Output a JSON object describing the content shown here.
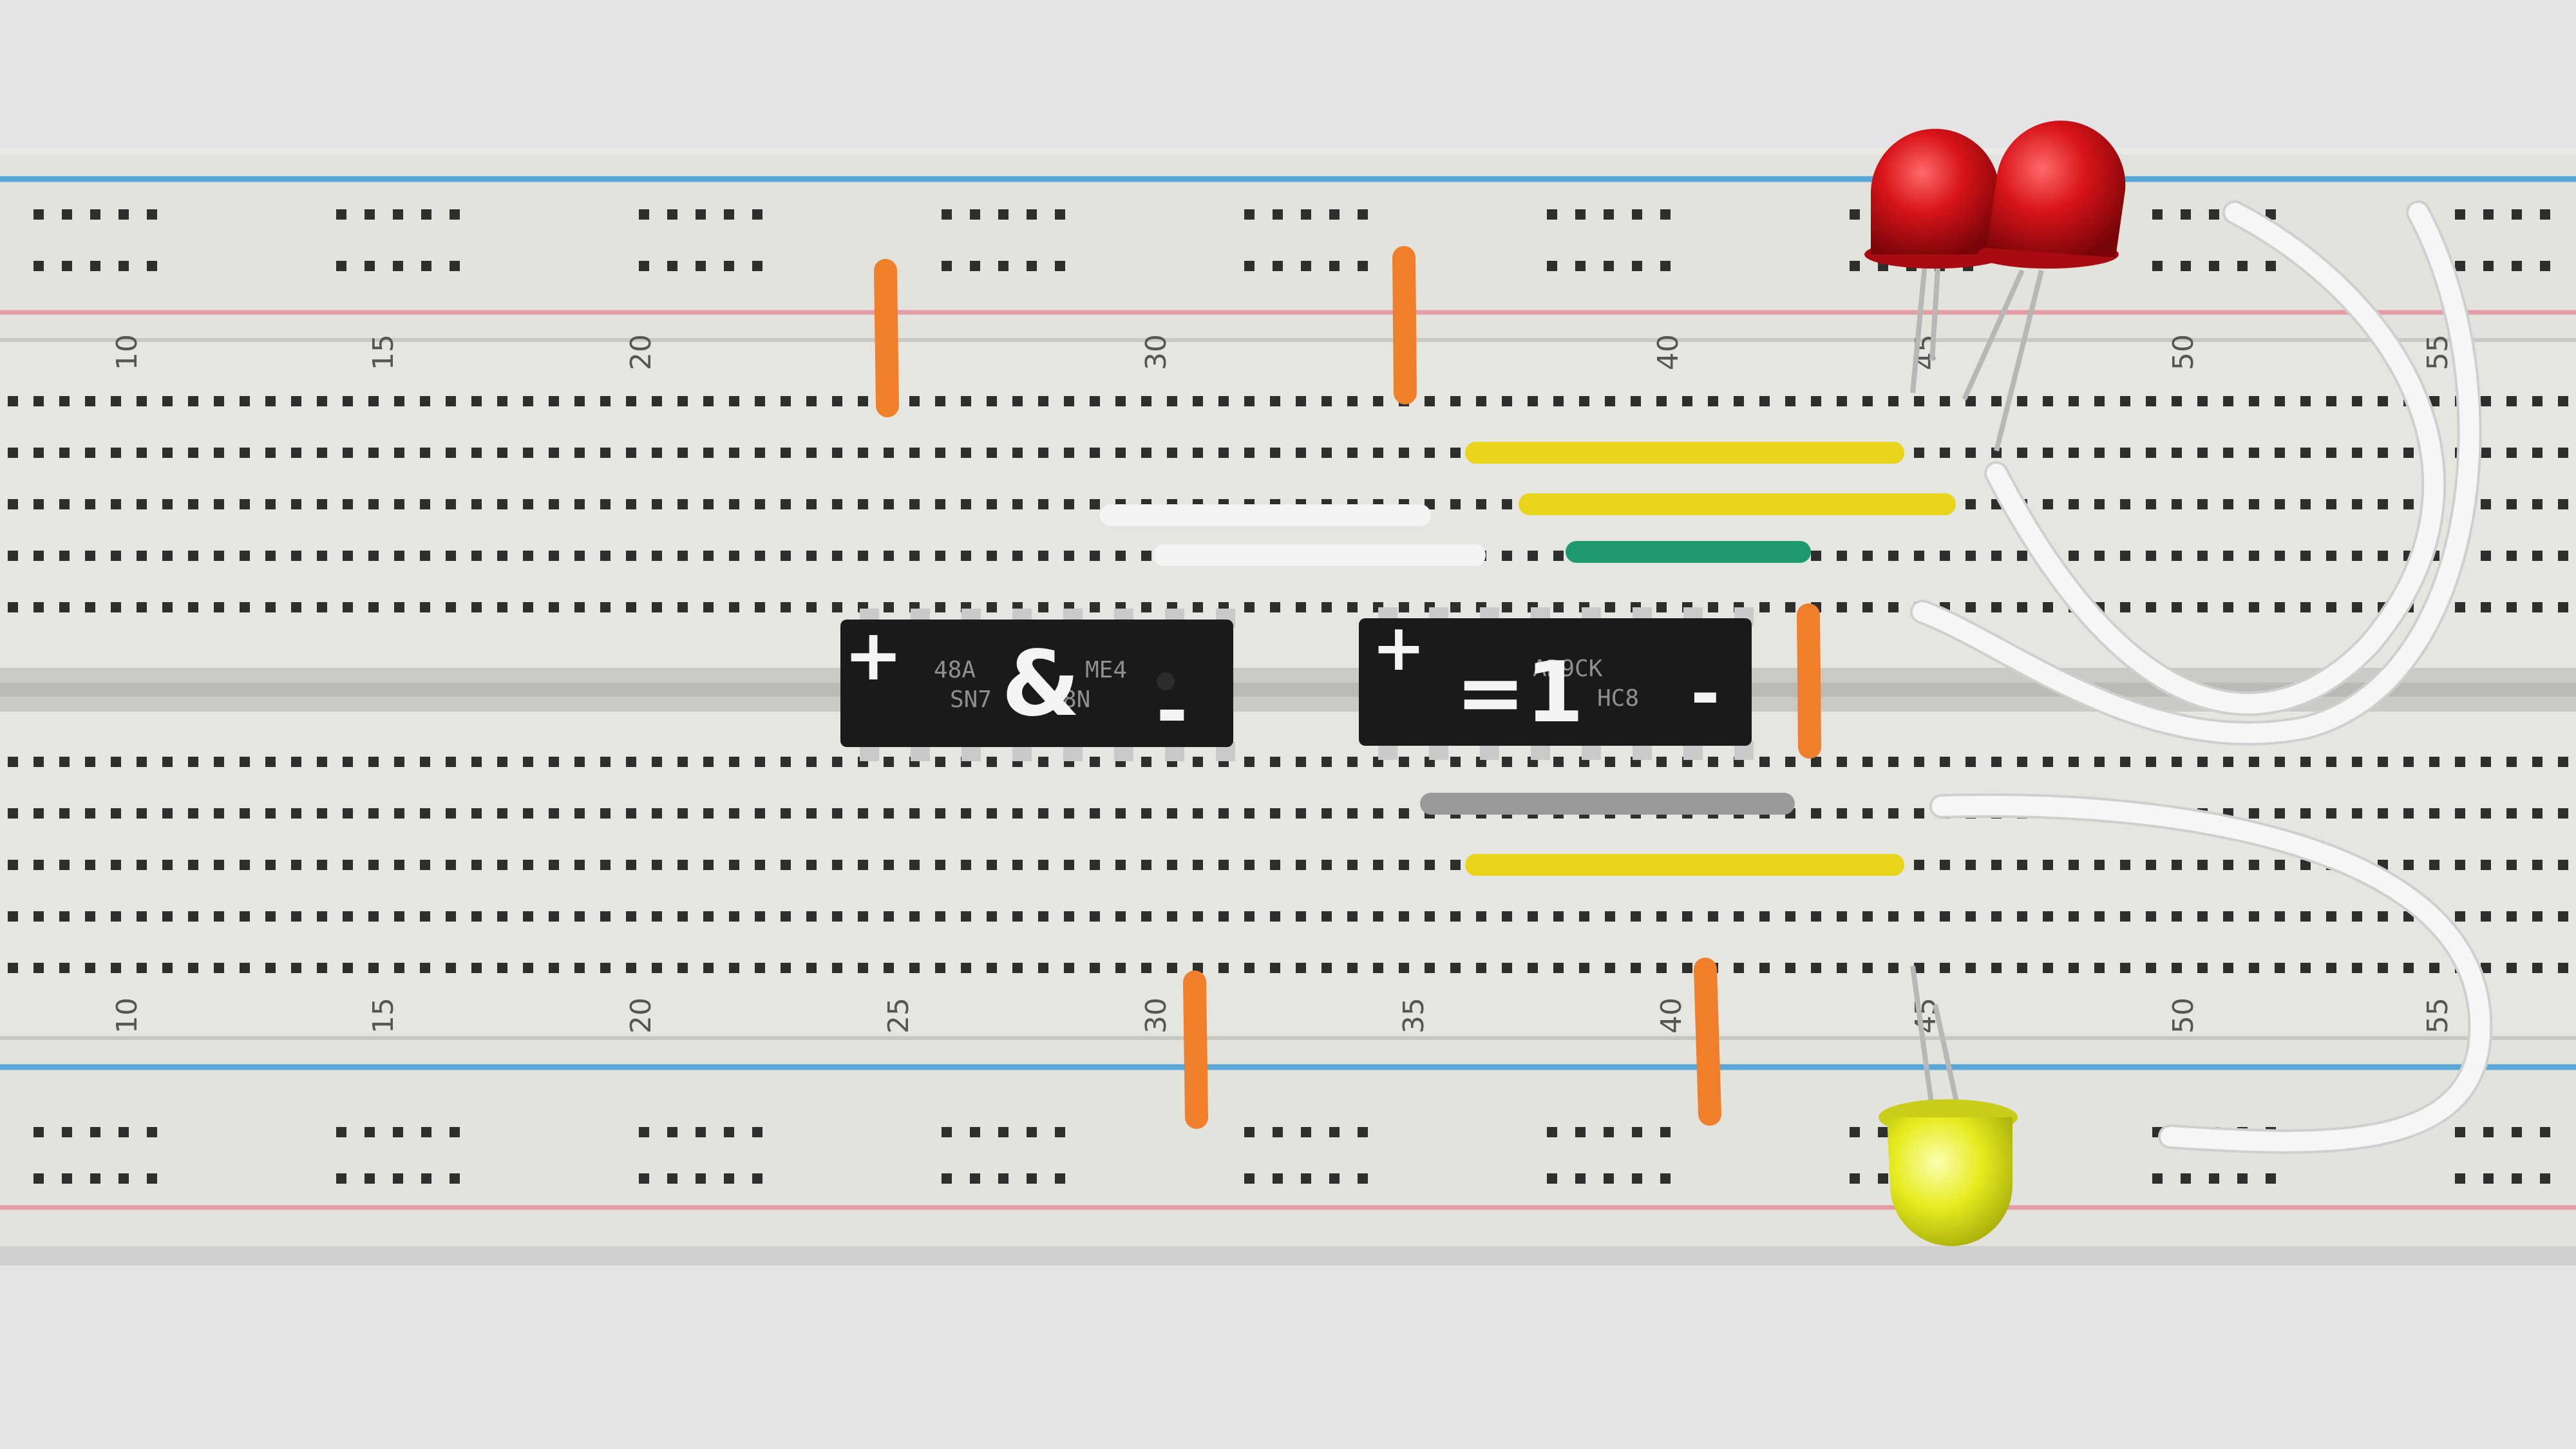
{
  "breadboard": {
    "top_column_numbers": [
      "10",
      "15",
      "20",
      "30",
      "40",
      "45",
      "50",
      "55"
    ],
    "bottom_column_numbers": [
      "10",
      "15",
      "20",
      "25",
      "30",
      "35",
      "40",
      "45",
      "50",
      "55"
    ]
  },
  "chips": [
    {
      "print_line1": "48A",
      "print_line1_end": "ME4",
      "print_line2": "SN7",
      "print_line2_end": "8N",
      "marker_plus": "+",
      "marker_symbol": "&",
      "marker_minus": "-"
    },
    {
      "print_line1": "AR9CK",
      "print_line2": "HC8",
      "marker_plus": "+",
      "marker_symbol": "=1",
      "marker_minus": "-"
    }
  ],
  "leds": [
    {
      "color": "red"
    },
    {
      "color": "red"
    },
    {
      "color": "yellow"
    }
  ],
  "colors": {
    "board": "#e6e7e1",
    "rail_blue": "#5aa8d8",
    "rail_red": "#e59aa4",
    "hole": "#2e2e2e",
    "wire_orange": "#f07f2c",
    "wire_yellow": "#e8d41a",
    "wire_green": "#1f9a70",
    "wire_white": "#f4f4f4",
    "wire_gray": "#9a9a9a",
    "chip": "#1a1a1a",
    "led_red": "#d8141a",
    "led_yellow": "#e8ee22"
  }
}
